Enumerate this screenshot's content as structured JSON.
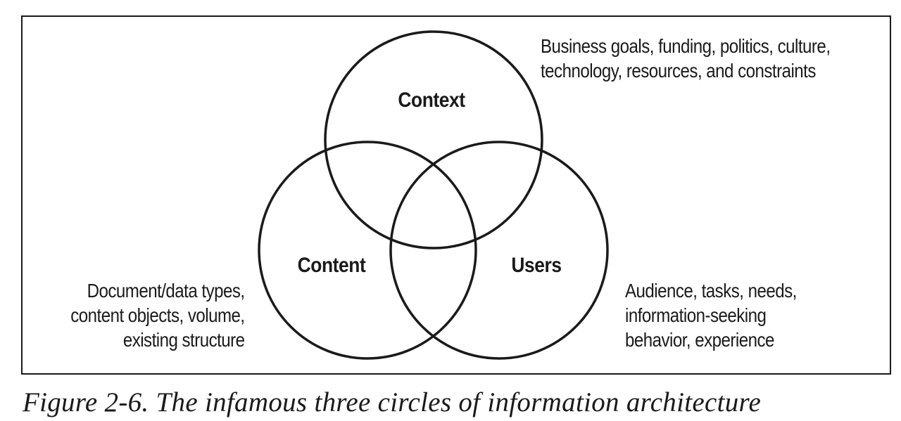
{
  "diagram": {
    "circles": [
      {
        "id": "context",
        "label": "Context"
      },
      {
        "id": "content",
        "label": "Content"
      },
      {
        "id": "users",
        "label": "Users"
      }
    ],
    "descriptions": {
      "context": [
        "Business goals, funding, politics, culture,",
        "technology, resources, and constraints"
      ],
      "content": [
        "Document/data types,",
        "content objects, volume,",
        "existing structure"
      ],
      "users": [
        "Audience, tasks, needs,",
        "information-seeking",
        "behavior, experience"
      ]
    }
  },
  "caption": "Figure 2-6. The infamous three circles of information architecture",
  "colors": {
    "stroke": "#1a1a1a",
    "background": "#ffffff"
  }
}
